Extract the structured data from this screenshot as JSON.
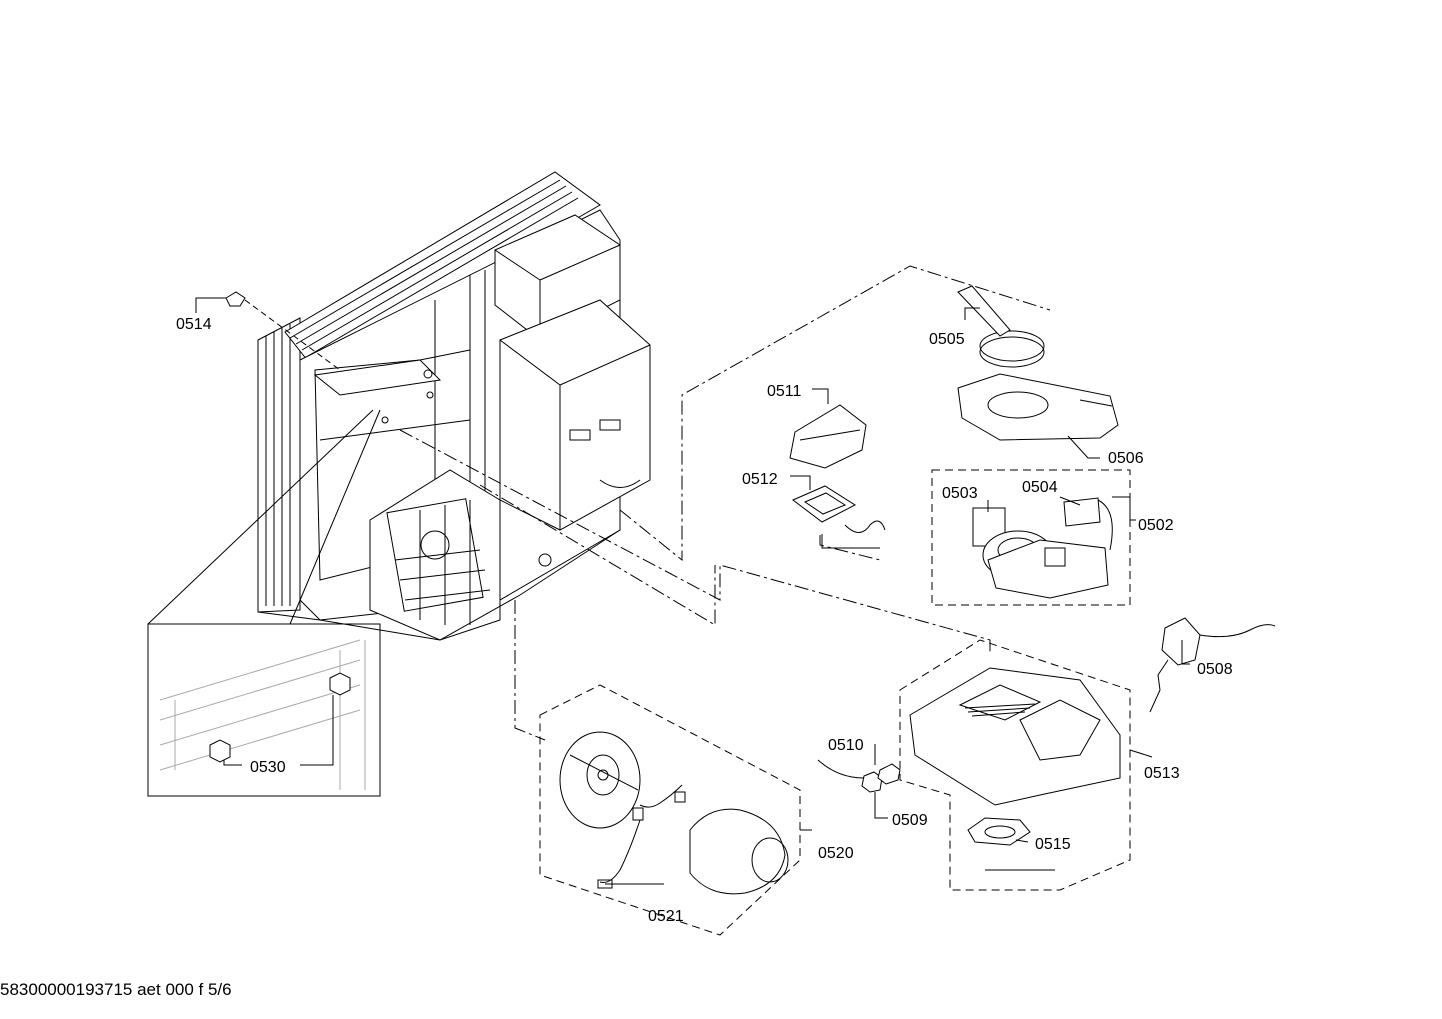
{
  "labels": {
    "p0502": "0502",
    "p0503": "0503",
    "p0504": "0504",
    "p0505": "0505",
    "p0506": "0506",
    "p0508": "0508",
    "p0509": "0509",
    "p0510": "0510",
    "p0511": "0511",
    "p0512": "0512",
    "p0513": "0513",
    "p0514": "0514",
    "p0515": "0515",
    "p0520": "0520",
    "p0521": "0521",
    "p0530": "0530"
  },
  "footer": "58300000193715 aet 000 f 5/6",
  "colors": {
    "line": "#000000",
    "background": "#ffffff"
  }
}
